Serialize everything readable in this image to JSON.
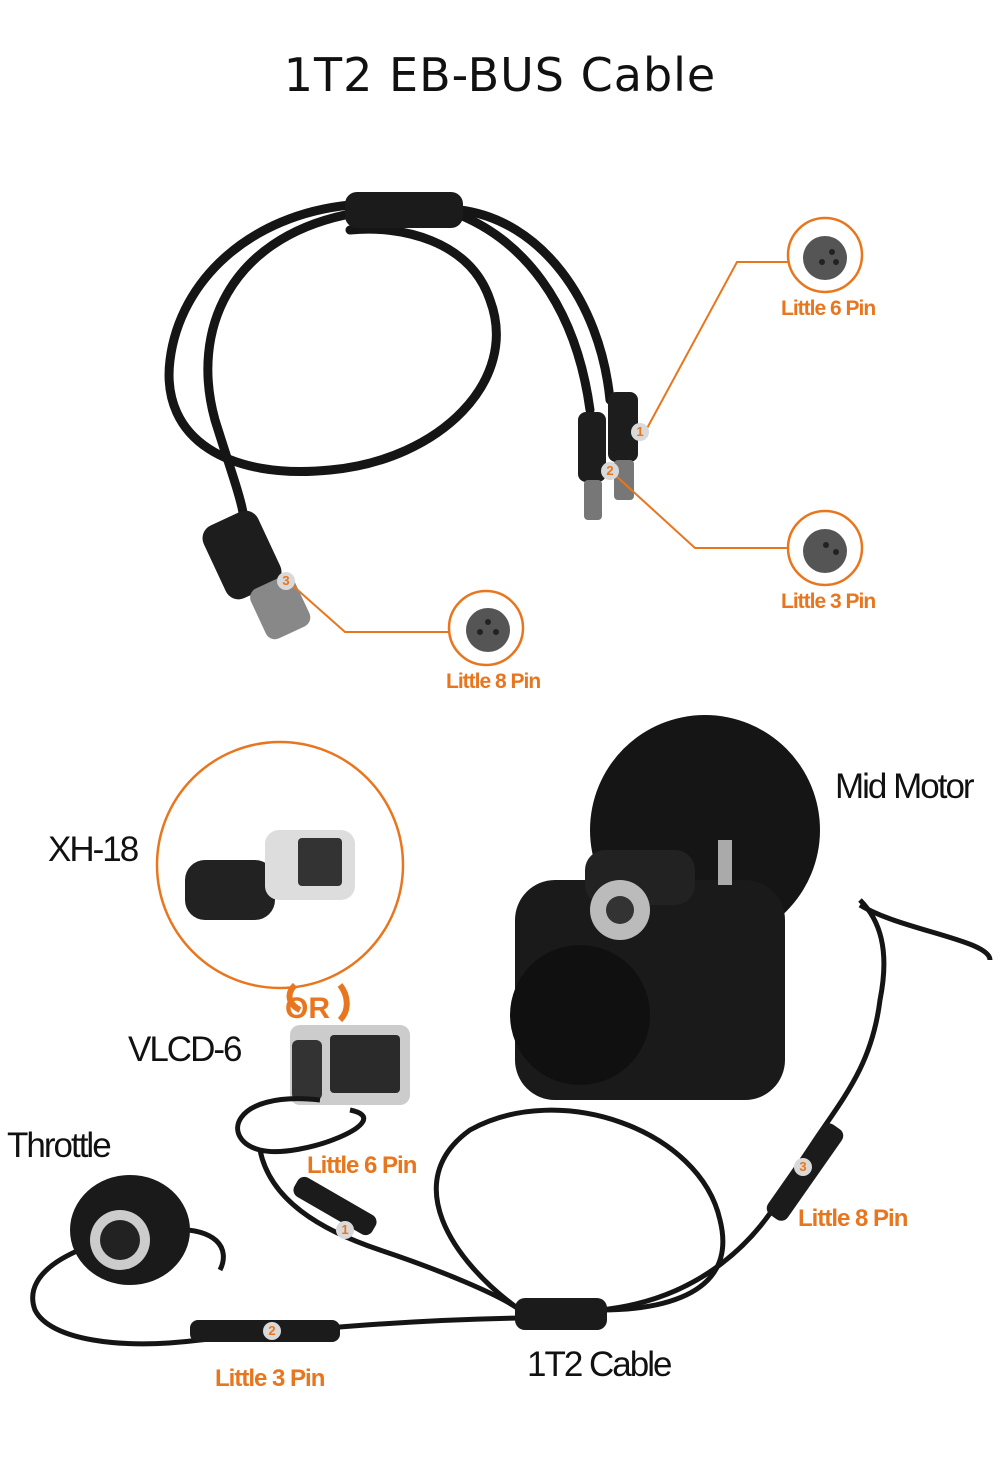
{
  "title": "1T2 EB-BUS Cable",
  "accent_color": "#e8761e",
  "top_diagram": {
    "connectors": [
      {
        "badge": "1",
        "label": "Little 6 Pin"
      },
      {
        "badge": "2",
        "label": "Little 3 Pin"
      },
      {
        "badge": "3",
        "label": "Little 8 Pin"
      }
    ]
  },
  "bottom_diagram": {
    "components": {
      "xh18": "XH-18",
      "or": "OR",
      "vlcd6": "VLCD-6",
      "throttle": "Throttle",
      "mid_motor": "Mid Motor",
      "cable": "1T2 Cable"
    },
    "connectors": [
      {
        "badge": "1",
        "label": "Little 6 Pin"
      },
      {
        "badge": "2",
        "label": "Little 3 Pin"
      },
      {
        "badge": "3",
        "label": "Little 8 Pin"
      }
    ]
  }
}
